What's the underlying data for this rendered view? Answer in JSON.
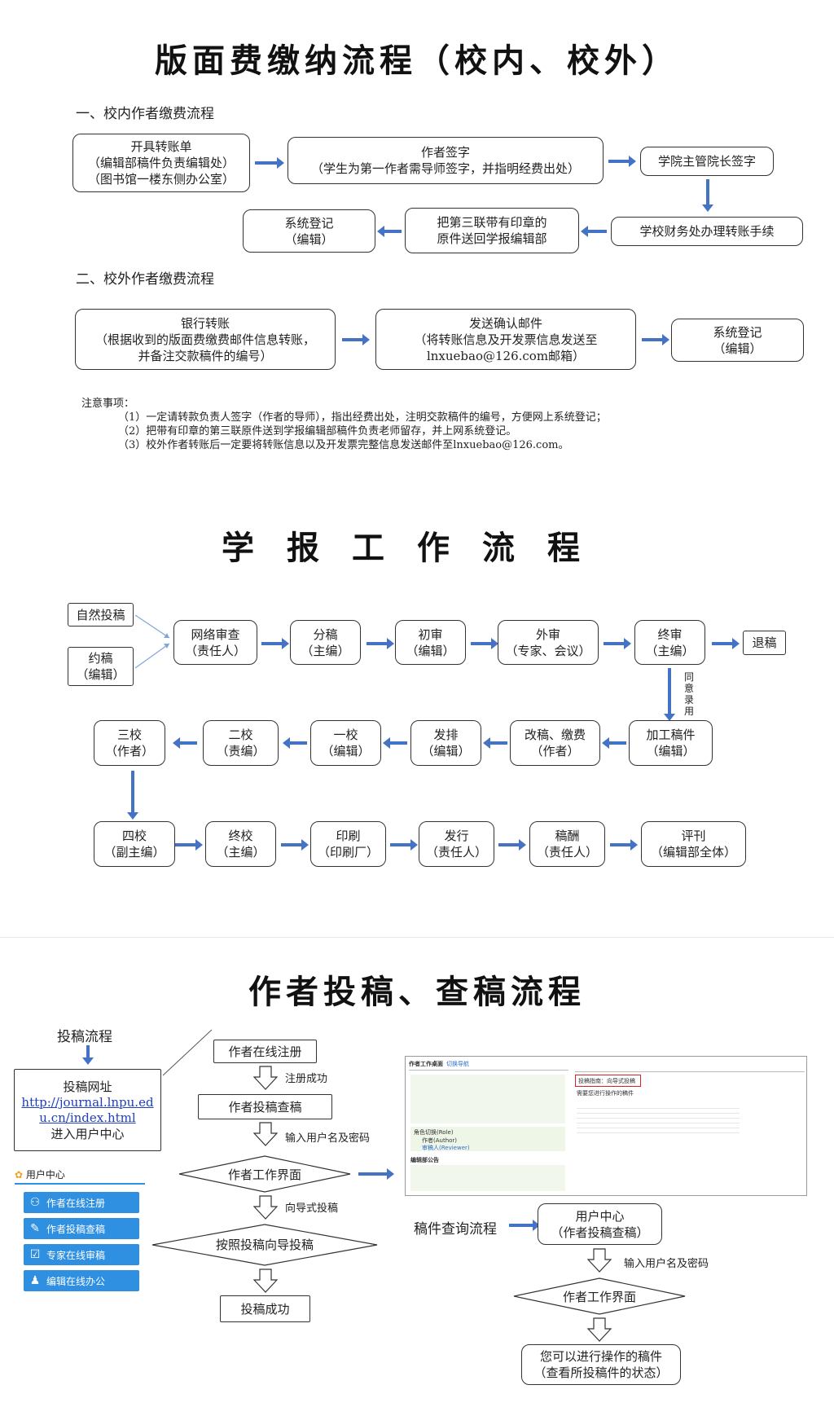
{
  "titles": {
    "fee": "版面费缴纳流程（校内、校外）",
    "work": "学报工作流程",
    "author": "作者投稿、查稿流程"
  },
  "fee_flow": {
    "internal_heading": "一、校内作者缴费流程",
    "internal": {
      "b1": [
        "开具转账单",
        "（编辑部稿件负责编辑处）",
        "（图书馆一楼东侧办公室）"
      ],
      "b2": [
        "作者签字",
        "（学生为第一作者需导师签字，并指明经费出处）"
      ],
      "b3": [
        "学院主管院长签字"
      ],
      "b4": [
        "学校财务处办理转账手续"
      ],
      "b5": [
        "把第三联带有印章的",
        "原件送回学报编辑部"
      ],
      "b6": [
        "系统登记",
        "（编辑）"
      ]
    },
    "external_heading": "二、校外作者缴费流程",
    "external": {
      "b1": [
        "银行转账",
        "（根据收到的版面费缴费邮件信息转账，",
        "并备注交款稿件的编号）"
      ],
      "b2": [
        "发送确认邮件",
        "（将转账信息及开发票信息发送至",
        "lnxuebao@126.com邮箱）"
      ],
      "b3": [
        "系统登记",
        "（编辑）"
      ]
    },
    "notes_title": "注意事项：",
    "notes": [
      "（1）一定请转款负责人签字（作者的导师），指出经费出处，注明交款稿件的编号，方便网上系统登记；",
      "（2）把带有印章的第三联原件送到学报编辑部稿件负责老师留存，并上网系统登记。",
      "（3）校外作者转账后一定要将转账信息以及开发票完整信息发送邮件至lnxuebao@126.com。"
    ]
  },
  "work_flow": {
    "src1": "自然投稿",
    "src2": [
      "约稿",
      "（编辑）"
    ],
    "row1": [
      [
        "网络审查",
        "（责任人）"
      ],
      [
        "分稿",
        "（主编）"
      ],
      [
        "初审",
        "（编辑）"
      ],
      [
        "外审",
        "（专家、会议）"
      ],
      [
        "终审",
        "（主编）"
      ]
    ],
    "reject": "退稿",
    "agree": "同意录用",
    "row2": [
      [
        "三校",
        "（作者）"
      ],
      [
        "二校",
        "（责编）"
      ],
      [
        "一校",
        "（编辑）"
      ],
      [
        "发排",
        "（编辑）"
      ],
      [
        "改稿、缴费",
        "（作者）"
      ],
      [
        "加工稿件",
        "（编辑）"
      ]
    ],
    "row3": [
      [
        "四校",
        "（副主编）"
      ],
      [
        "终校",
        "（主编）"
      ],
      [
        "印刷",
        "（印刷厂）"
      ],
      [
        "发行",
        "（责任人）"
      ],
      [
        "稿酬",
        "（责任人）"
      ],
      [
        "评刊",
        "（编辑部全体）"
      ]
    ]
  },
  "author_flow": {
    "submit_label": "投稿流程",
    "site_title": "投稿网址",
    "site_url": "http://journal.lnpu.edu.cn/index.html",
    "site_enter": "进入用户中心",
    "user_center": {
      "title": "用户中心",
      "items": [
        "作者在线注册",
        "作者投稿查稿",
        "专家在线审稿",
        "编辑在线办公"
      ]
    },
    "steps": {
      "register": "作者在线注册",
      "reg_ok": "注册成功",
      "query": "作者投稿查稿",
      "enter_pwd": "输入用户名及密码",
      "desk": "作者工作界面",
      "wizard": "向导式投稿",
      "by_wizard": "按照投稿向导投稿",
      "success": "投稿成功"
    },
    "query_flow": {
      "label": "稿件查询流程",
      "user": [
        "用户中心",
        "（作者投稿查稿）"
      ],
      "enter_pwd": "输入用户名及密码",
      "desk": "作者工作界面",
      "result": [
        "您可以进行操作的稿件",
        "（查看所投稿件的状态）"
      ]
    },
    "screenshot": {
      "header": "作者工作桌面",
      "switch": "切换导航",
      "role_title": "角色切换(Role)",
      "role_author": "作者(Author)",
      "role_reviewer": "审稿人(Reviewer)",
      "notice": "编辑部公告",
      "wizard_link": "投稿指南：向导式投稿",
      "pending": "需要您进行操作的稿件"
    }
  },
  "colors": {
    "arrow": "#4472c4",
    "user_btn": "#2f8fe0",
    "highlight": "#e02020"
  }
}
